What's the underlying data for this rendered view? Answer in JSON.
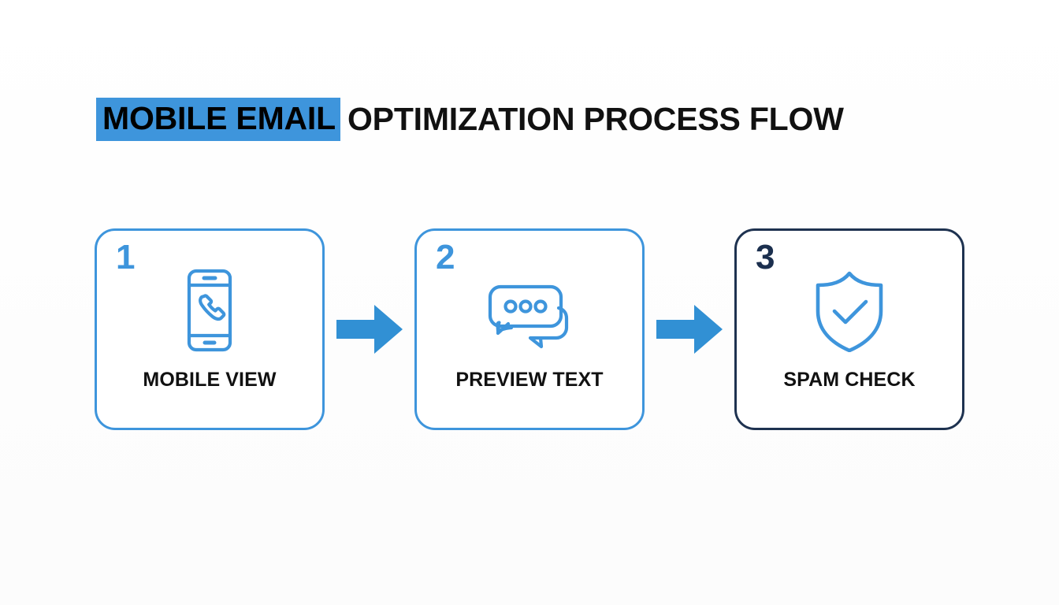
{
  "title": {
    "highlight_text": "MOBILE EMAIL",
    "rest_text": "OPTIMIZATION PROCESS FLOW",
    "highlight_color": "#3E95DC",
    "text_color": "#111111"
  },
  "colors": {
    "background": "#fdfdfd",
    "accent_blue": "#3E95DC",
    "arrow_blue": "#3190D4",
    "dark_navy": "#1E3250",
    "label_black": "#111111"
  },
  "flow": {
    "steps": [
      {
        "number": "1",
        "label": "MOBILE VIEW",
        "icon": "smartphone-call-icon",
        "border_color": "#3E95DC",
        "number_color": "#3E95DC"
      },
      {
        "number": "2",
        "label": "PREVIEW TEXT",
        "icon": "chat-bubbles-icon",
        "border_color": "#3E95DC",
        "number_color": "#3E95DC"
      },
      {
        "number": "3",
        "label": "SPAM CHECK",
        "icon": "shield-check-icon",
        "border_color": "#1E3250",
        "number_color": "#1B2F4E"
      }
    ],
    "connectors": [
      {
        "icon": "arrow-right-icon",
        "color": "#3190D4"
      },
      {
        "icon": "arrow-right-icon",
        "color": "#3190D4"
      }
    ]
  }
}
